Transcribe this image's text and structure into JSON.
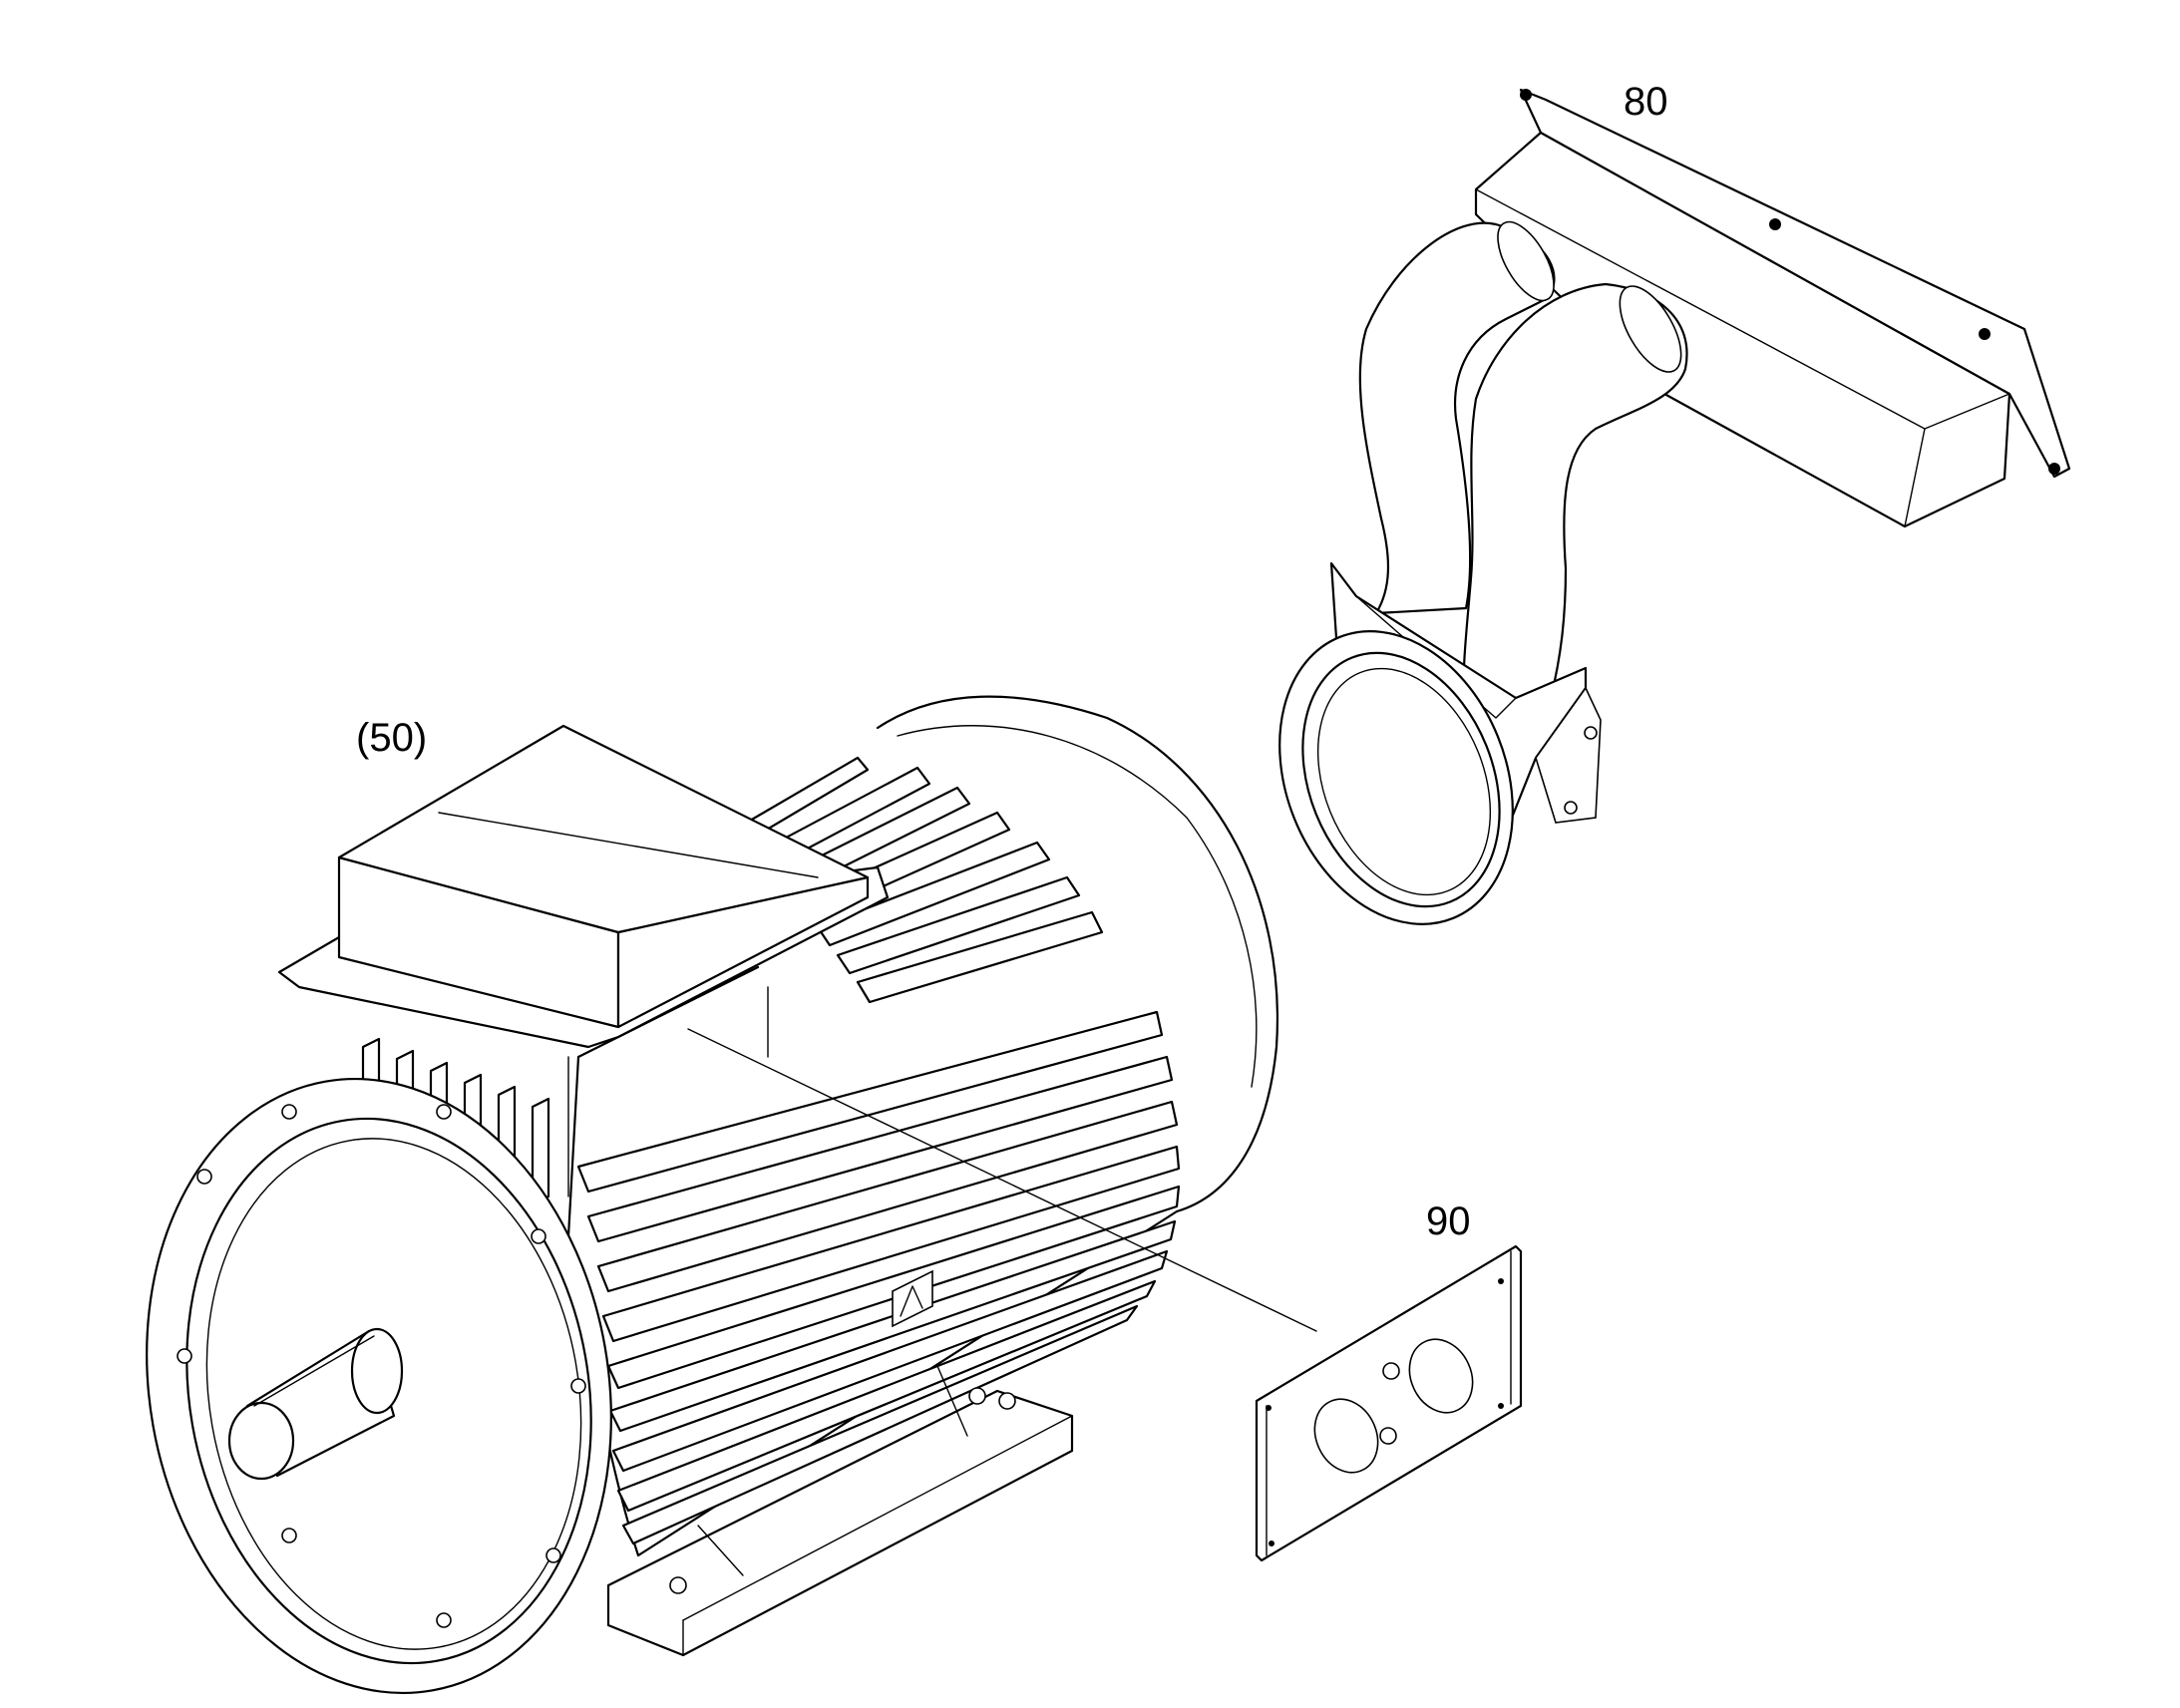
{
  "callouts": {
    "motor": "(50)",
    "duct": "80",
    "plate": "90"
  },
  "colors": {
    "line": "#000000",
    "background": "#ffffff"
  }
}
